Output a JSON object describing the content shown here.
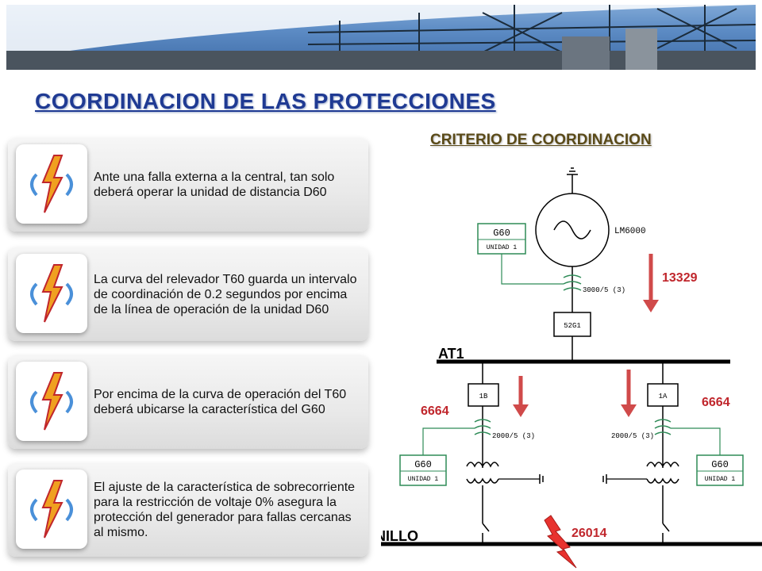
{
  "title": "COORDINACION DE LAS PROTECCIONES",
  "subtitle": "CRITERIO DE COORDINACION",
  "criteria": [
    {
      "text": "Ante una falla externa a la central, tan solo deberá operar la unidad de distancia D60",
      "icon": "lightning-icon"
    },
    {
      "text": "La curva del relevador T60 guarda un intervalo de coordinación de 0.2 segundos por encima de la línea de operación de la unidad D60",
      "icon": "lightning-icon"
    },
    {
      "text": "Por encima de la curva de operación del T60 deberá ubicarse la característica del G60",
      "icon": "lightning-icon"
    },
    {
      "text": "El ajuste de la característica de sobrecorriente para la restricción de voltaje 0% asegura la protección del generador para fallas cercanas al mismo.",
      "icon": "lightning-icon"
    }
  ],
  "diagram": {
    "generator": "LM6000",
    "relay_top": {
      "name": "G60",
      "unit": "UNIDAD 1"
    },
    "relay_left": {
      "name": "G60",
      "unit": "UNIDAD 1"
    },
    "relay_right": {
      "name": "G60",
      "unit": "UNIDAD 1"
    },
    "ct_top": "3000/5 (3)",
    "ct_left": "2000/5 (3)",
    "ct_right": "2000/5 (3)",
    "breaker_main": "52G1",
    "breaker_left": "1B",
    "breaker_right": "1A",
    "bus_top": "AT1",
    "bus_bottom": "ANILLO",
    "current_top": "13329",
    "current_left": "6664",
    "current_right": "6664",
    "current_fault": "26014",
    "colors": {
      "arrow": "#d04a4a",
      "value": "#c0262c",
      "line": "#000000",
      "relay": "#2e8b57"
    }
  }
}
